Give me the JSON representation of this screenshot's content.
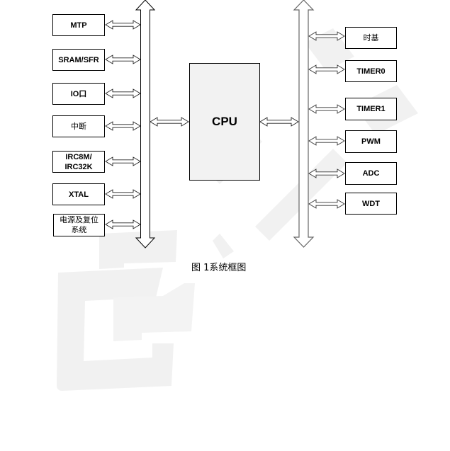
{
  "diagram": {
    "cpu_label": "CPU",
    "left_blocks": [
      {
        "label": "MTP"
      },
      {
        "label": "SRAM/SFR"
      },
      {
        "label": "IO口"
      },
      {
        "label": "中断"
      },
      {
        "label": "IRC8M/\nIRC32K"
      },
      {
        "label": "XTAL"
      },
      {
        "label": "电源及复位\n系统"
      }
    ],
    "right_blocks": [
      {
        "label": "时基"
      },
      {
        "label": "TIMER0"
      },
      {
        "label": "TIMER1"
      },
      {
        "label": "PWM"
      },
      {
        "label": "ADC"
      },
      {
        "label": "WDT"
      }
    ],
    "caption": "图  1系统框图",
    "colors": {
      "stroke": "#000000",
      "bus_stroke": "#555555",
      "cpu_fill": "#f2f2f2",
      "watermark": "#f0f0f0"
    }
  }
}
